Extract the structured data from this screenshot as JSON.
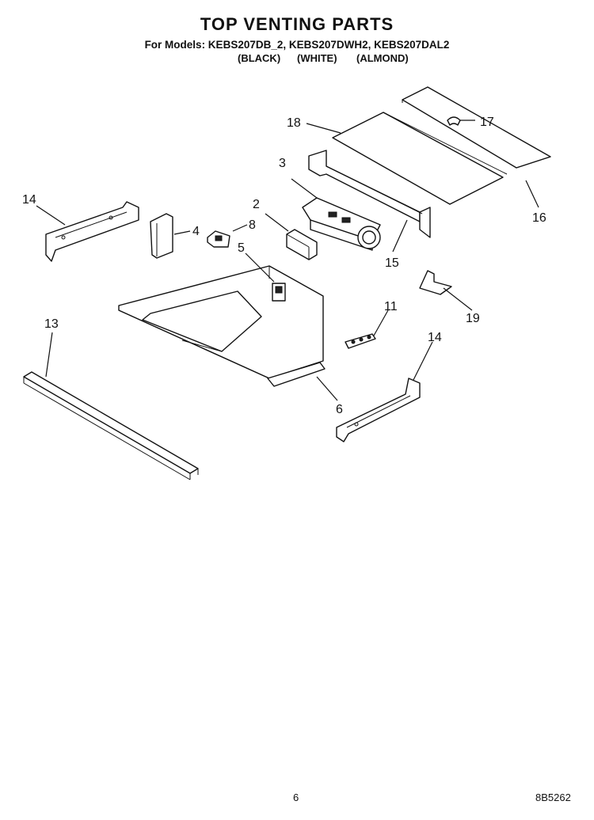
{
  "header": {
    "title": "TOP VENTING PARTS",
    "models": "For Models: KEBS207DB_2, KEBS207DWH2, KEBS207DAL2",
    "colors": [
      "(BLACK)",
      "(WHITE)",
      "(ALMOND)"
    ]
  },
  "callouts": [
    {
      "id": "c18",
      "label": "18"
    },
    {
      "id": "c17",
      "label": "17"
    },
    {
      "id": "c3",
      "label": "3"
    },
    {
      "id": "c16",
      "label": "16"
    },
    {
      "id": "c14a",
      "label": "14"
    },
    {
      "id": "c2",
      "label": "2"
    },
    {
      "id": "c4",
      "label": "4"
    },
    {
      "id": "c8",
      "label": "8"
    },
    {
      "id": "c5",
      "label": "5"
    },
    {
      "id": "c15",
      "label": "15"
    },
    {
      "id": "c19",
      "label": "19"
    },
    {
      "id": "c13",
      "label": "13"
    },
    {
      "id": "c11",
      "label": "11"
    },
    {
      "id": "c14b",
      "label": "14"
    },
    {
      "id": "c6",
      "label": "6"
    }
  ],
  "footer": {
    "page_number": "6",
    "doc_number": "8B5262"
  }
}
